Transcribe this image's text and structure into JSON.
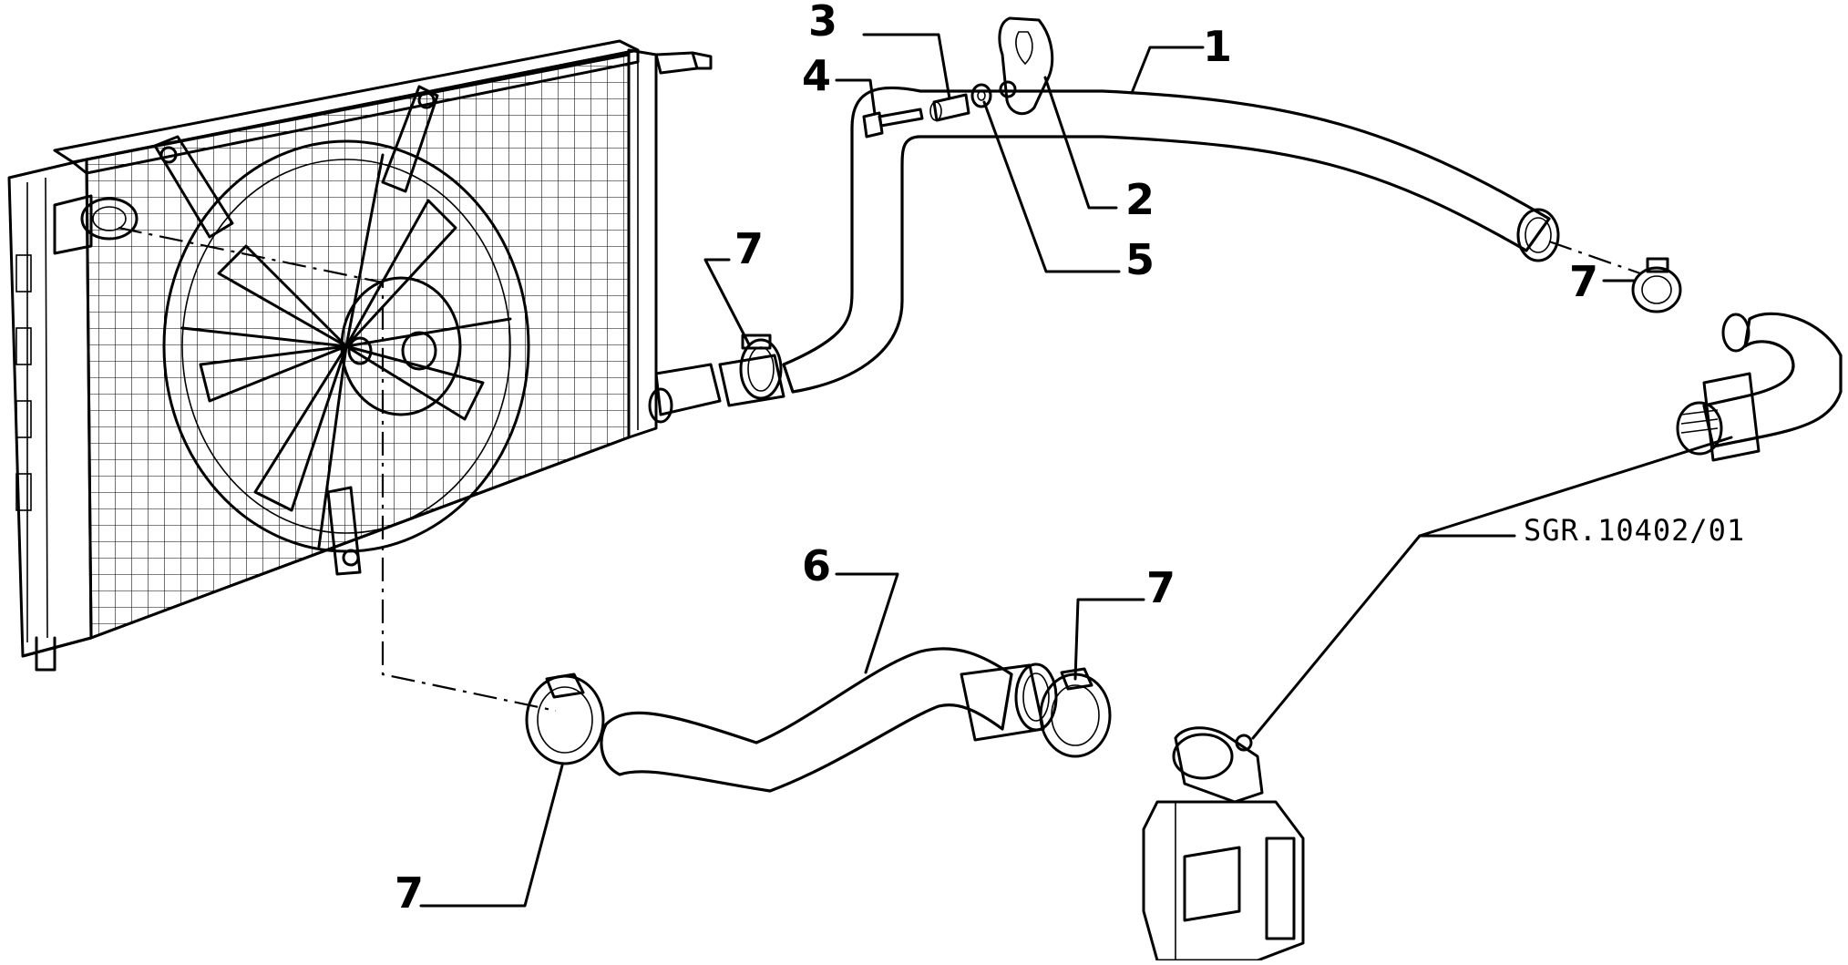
{
  "diagram": {
    "reference_code": "SGR.10402/01",
    "callouts": {
      "hose_upper": "1",
      "bracket": "2",
      "spacer": "3",
      "bolt": "4",
      "washer": "5",
      "hose_lower": "6",
      "clamp_upper_left": "7",
      "clamp_upper_right": "7",
      "clamp_lower_right": "7",
      "clamp_lower_left": "7"
    }
  }
}
